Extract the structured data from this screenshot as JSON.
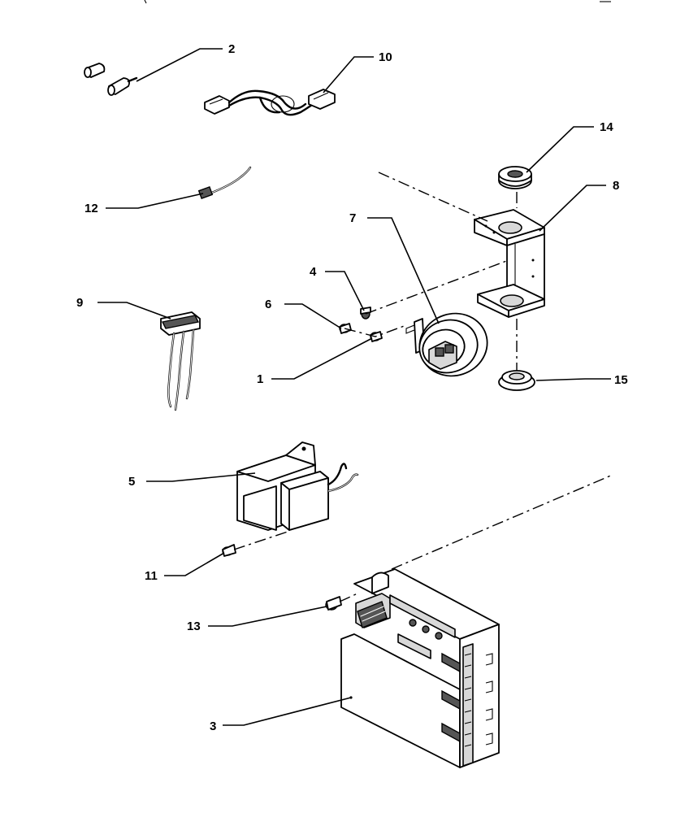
{
  "diagram": {
    "callouts": [
      {
        "label": "1"
      },
      {
        "label": "2"
      },
      {
        "label": "3"
      },
      {
        "label": "4"
      },
      {
        "label": "5"
      },
      {
        "label": "6"
      },
      {
        "label": "7"
      },
      {
        "label": "8"
      },
      {
        "label": "9"
      },
      {
        "label": "10"
      },
      {
        "label": "11"
      },
      {
        "label": "12"
      },
      {
        "label": "13"
      },
      {
        "label": "14"
      },
      {
        "label": "15"
      }
    ]
  }
}
